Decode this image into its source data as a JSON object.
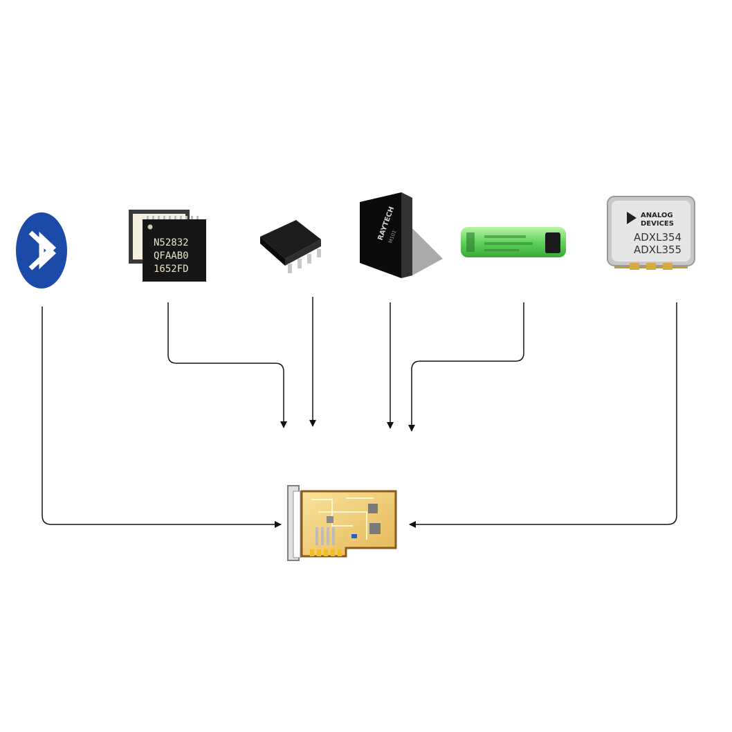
{
  "components": {
    "bluetooth": {
      "icon": "bluetooth-icon"
    },
    "mcu": {
      "lines": [
        "N52832",
        "QFAAB0",
        "1652FD"
      ]
    },
    "soic_chip": {
      "icon": "soic-chip-icon"
    },
    "module": {
      "brand": "RAYTECH",
      "sub": "M101"
    },
    "battery": {
      "icon": "lithium-battery-icon"
    },
    "accelerometer": {
      "brand_lines": [
        "ANALOG",
        "DEVICES"
      ],
      "parts": [
        "ADXL354",
        "ADXL355"
      ]
    }
  },
  "target": {
    "icon": "pci-card-icon"
  }
}
